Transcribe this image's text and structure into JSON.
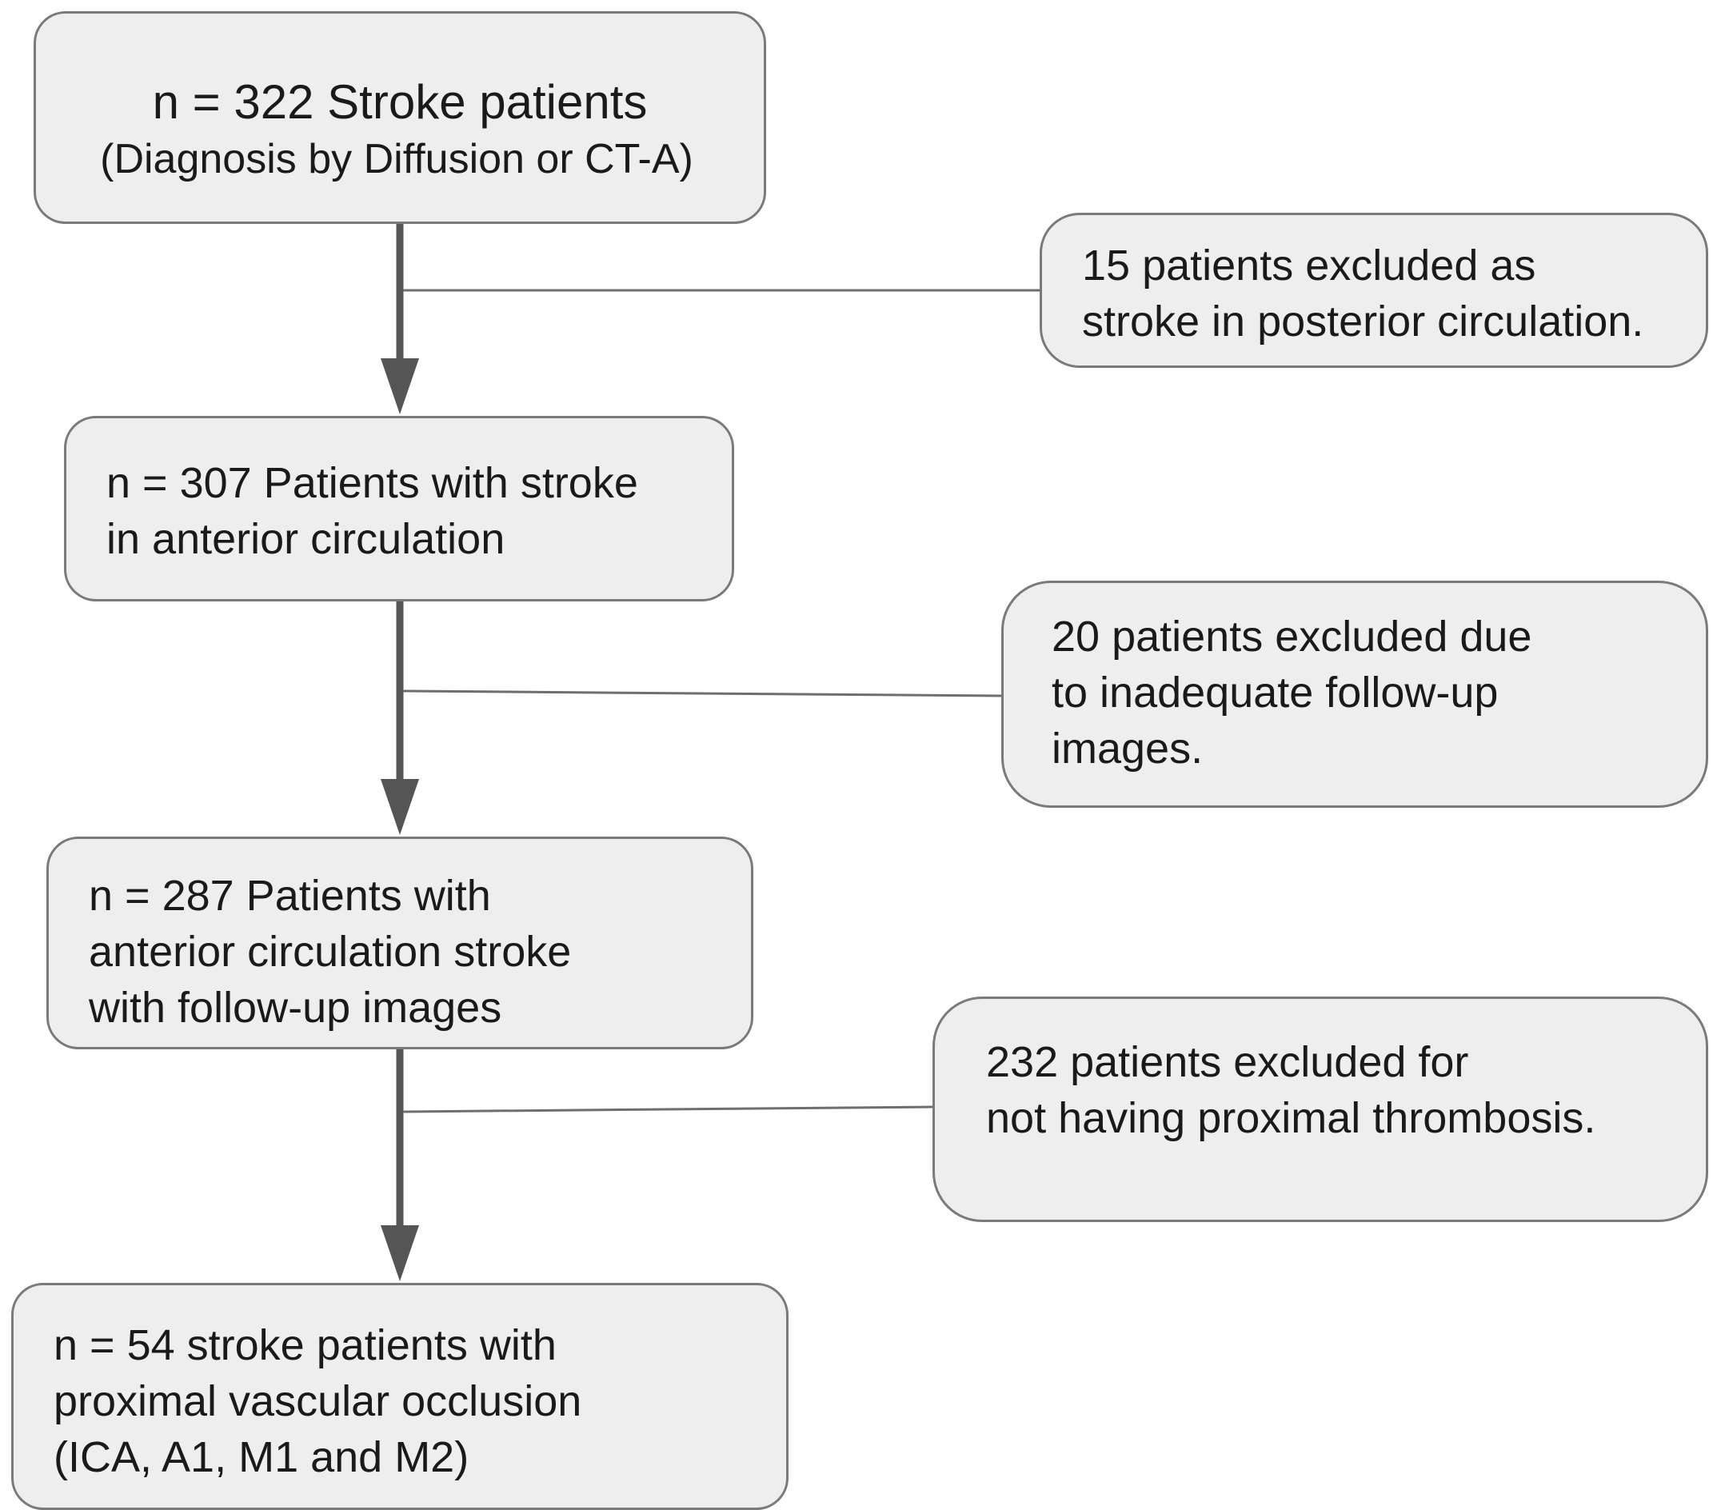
{
  "flowchart": {
    "main_steps": [
      {
        "lines": [
          "n = 322 Stroke patients",
          "(Diagnosis by Diffusion or CT-A)"
        ]
      },
      {
        "lines": [
          "n = 307 Patients with stroke",
          "in anterior circulation"
        ]
      },
      {
        "lines": [
          "n = 287 Patients with",
          "anterior circulation stroke",
          "with follow-up images"
        ]
      },
      {
        "lines": [
          "n = 54 stroke patients with",
          "proximal vascular occlusion",
          "(ICA, A1, M1 and M2)"
        ]
      }
    ],
    "exclusions": [
      {
        "lines": [
          "15 patients excluded as",
          "stroke in posterior circulation."
        ]
      },
      {
        "lines": [
          "20 patients excluded due",
          "to inadequate follow-up",
          "images."
        ]
      },
      {
        "lines": [
          "232 patients excluded for",
          "not having proximal thrombosis."
        ]
      }
    ],
    "colors": {
      "box_fill": "#eeeeee",
      "box_border": "#7a7a7a",
      "arrow": "#555555",
      "connector": "#6e6e6e"
    }
  }
}
